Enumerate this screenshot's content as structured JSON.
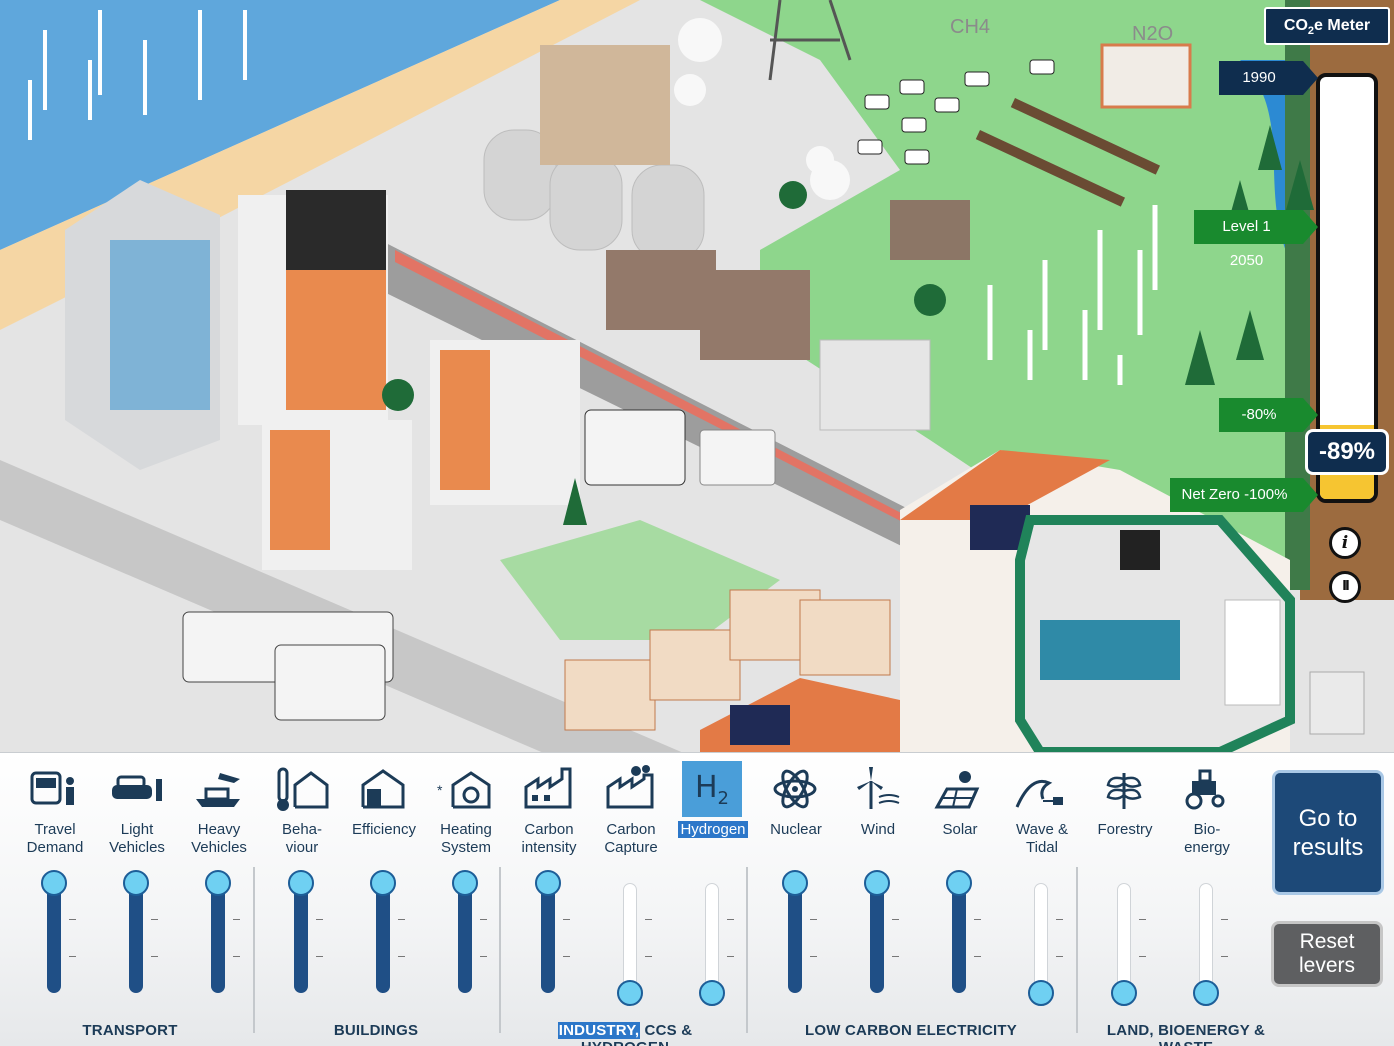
{
  "meter": {
    "title_prefix": "CO",
    "title_sub": "2",
    "title_suffix": "e Meter",
    "markers": {
      "baseline": "1990",
      "level1": "Level 1 2050",
      "minus80": "-80%",
      "netzero": "Net Zero -100%"
    },
    "value": "-89%",
    "value_fraction": 0.89,
    "info_symbol": "i",
    "pause_symbol": "II"
  },
  "scene_labels": {
    "methane": "CH4",
    "nitrous_oxide": "N2O"
  },
  "levers": [
    {
      "label": "Travel\nDemand",
      "icon": "bus-person-icon",
      "level": 1.0
    },
    {
      "label": "Light\nVehicles",
      "icon": "car-charger-icon",
      "level": 1.0
    },
    {
      "label": "Heavy\nVehicles",
      "icon": "ship-plane-icon",
      "level": 1.0
    },
    {
      "label": "Beha-\nviour",
      "icon": "thermometer-house-icon",
      "level": 1.0
    },
    {
      "label": "Efficiency",
      "icon": "insulated-house-icon",
      "level": 1.0
    },
    {
      "label": "Heating\nSystem",
      "icon": "heat-pump-house-icon",
      "level": 1.0
    },
    {
      "label": "Carbon\nintensity",
      "icon": "factory-icon",
      "level": 1.0
    },
    {
      "label": "Carbon\nCapture",
      "icon": "carbon-capture-icon",
      "level": 0.0
    },
    {
      "label": "Hydrogen",
      "icon": "hydrogen-icon",
      "level": 0.0,
      "active": true,
      "icon_text": "H",
      "icon_sub": "2"
    },
    {
      "label": "Nuclear",
      "icon": "atom-icon",
      "level": 1.0
    },
    {
      "label": "Wind",
      "icon": "wind-turbine-icon",
      "level": 1.0
    },
    {
      "label": "Solar",
      "icon": "solar-panel-icon",
      "level": 1.0
    },
    {
      "label": "Wave &\nTidal",
      "icon": "wave-plug-icon",
      "level": 0.0
    },
    {
      "label": "Forestry",
      "icon": "tree-icon",
      "level": 0.0
    },
    {
      "label": "Bio-\nenergy",
      "icon": "tractor-icon",
      "level": 0.0
    }
  ],
  "groups": {
    "transport": "TRANSPORT",
    "buildings": "BUILDINGS",
    "industry_highlight": "INDUSTRY,",
    "industry_rest": " CCS & HYDROGEN",
    "electricity": "LOW CARBON ELECTRICITY",
    "land": "LAND, BIOENERGY & WASTE"
  },
  "buttons": {
    "results": "Go to results",
    "reset": "Reset levers"
  },
  "colors": {
    "navy": "#0f2d4e",
    "green": "#198a2e",
    "meter_fill": "#f6c531",
    "slider_fill": "#1f4f86",
    "knob": "#6fd0f2",
    "highlight": "#2c77c9"
  }
}
